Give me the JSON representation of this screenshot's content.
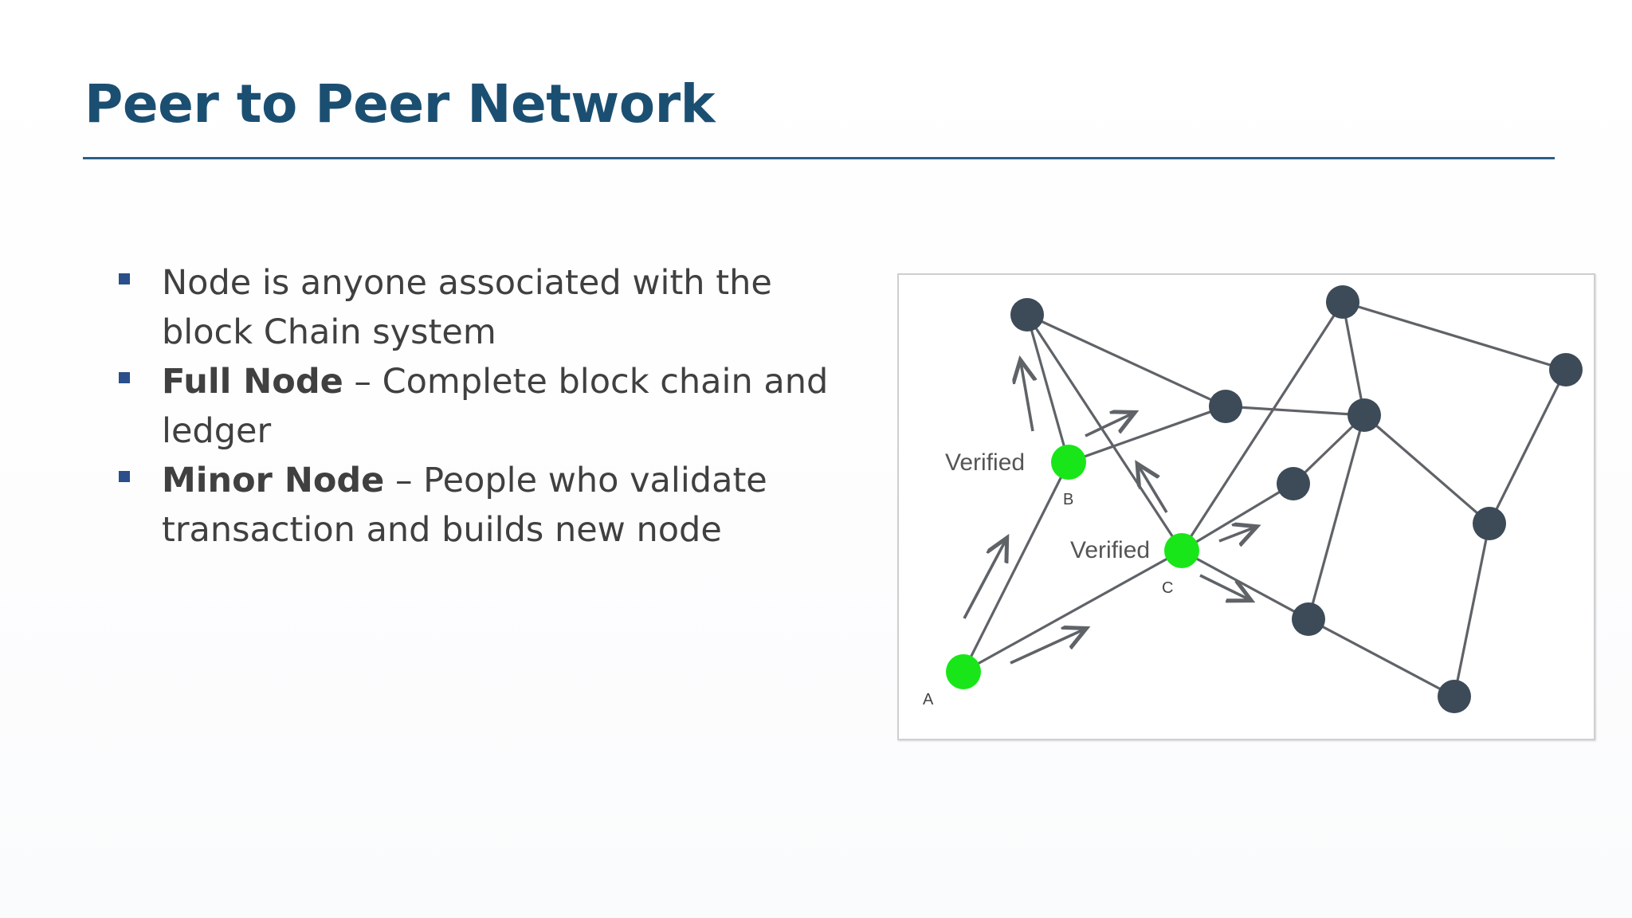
{
  "slide": {
    "title": "Peer to Peer Network"
  },
  "bullets": [
    {
      "bold": "",
      "text": "Node is anyone associated with the block Chain system"
    },
    {
      "bold": "Full Node",
      "text": " – Complete block chain and ledger"
    },
    {
      "bold": "Minor Node",
      "text": " – People who validate transaction and builds new node"
    }
  ],
  "diagram": {
    "labels": {
      "node_a": "A",
      "node_b": "B",
      "node_c": "C",
      "verified_b": "Verified",
      "verified_c": "Verified"
    },
    "colors": {
      "verified_node": "#19e619",
      "peer_node": "#3d4a57",
      "edge": "#5f6368"
    }
  }
}
